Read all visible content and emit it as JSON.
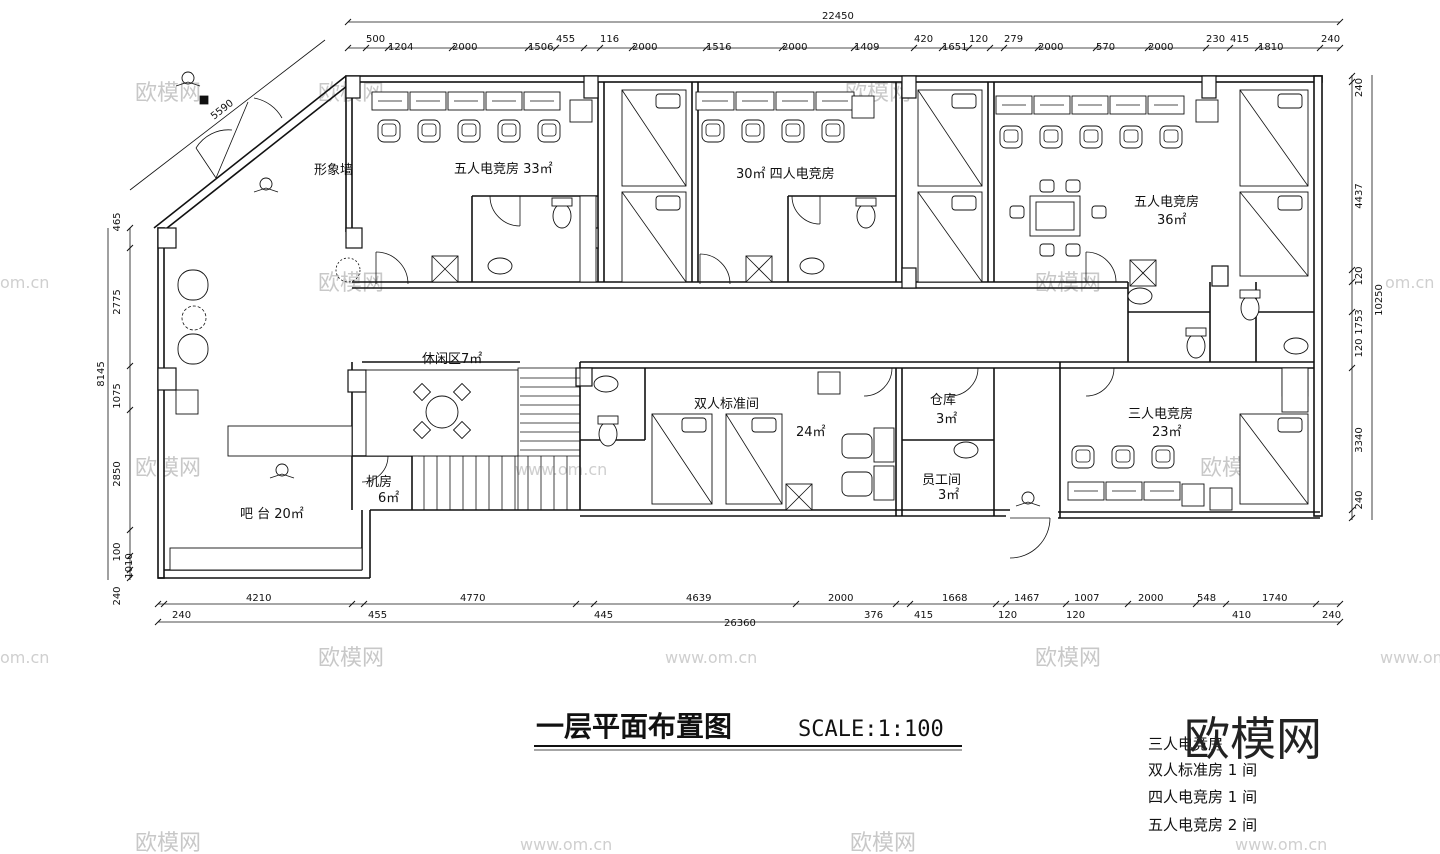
{
  "title": {
    "main": "一层平面布置图",
    "scale": "SCALE:1:100"
  },
  "top_dims": {
    "total": "22450",
    "segments": [
      "500",
      "1204",
      "2000",
      "1506",
      "455",
      "116",
      "2000",
      "1516",
      "2000",
      "1409",
      "420",
      "1651",
      "120",
      "279",
      "2000",
      "570",
      "2000",
      "230",
      "415",
      "1810",
      "240"
    ]
  },
  "bottom_dims": {
    "total": "26360",
    "segments": [
      "4210",
      "4770",
      "4639",
      "2000",
      "1668",
      "1467",
      "1007",
      "2000",
      "548",
      "1740"
    ],
    "small": [
      "240",
      "455",
      "445",
      "376",
      "415",
      "120",
      "120",
      "410",
      "240"
    ]
  },
  "right_dims": {
    "total": "10250",
    "segments": [
      "240",
      "4437",
      "120",
      "1753",
      "120",
      "3340",
      "240"
    ]
  },
  "left_dims": {
    "total": "8145",
    "segments": [
      "465",
      "2775",
      "1075",
      "2850",
      "100",
      "1010"
    ],
    "bottom": "240"
  },
  "diag_dim": "5590",
  "rooms": {
    "five_33": "五人电竞房 33㎡",
    "four_30": "30㎡ 四人电竞房",
    "five_36_name": "五人电竞房",
    "five_36_area": "36㎡",
    "feature_wall": "形象墙",
    "lounge": "休闲区7㎡",
    "double_name": "双人标准间",
    "double_area": "24㎡",
    "storage_name": "仓库",
    "storage_area": "3㎡",
    "staff_name": "员工间",
    "staff_area": "3㎡",
    "three_name": "三人电竞房",
    "three_area": "23㎡",
    "machine_name": "机房",
    "machine_area": "6㎡",
    "bar": "吧 台 20㎡"
  },
  "summary": [
    "三人电竞房",
    "双人标准房 1 间",
    "四人电竞房 1 间",
    "五人电竞房 2 间"
  ],
  "watermark": {
    "brand": "欧模网",
    "site": "www.om.cn",
    "site_short": "om.cn"
  }
}
